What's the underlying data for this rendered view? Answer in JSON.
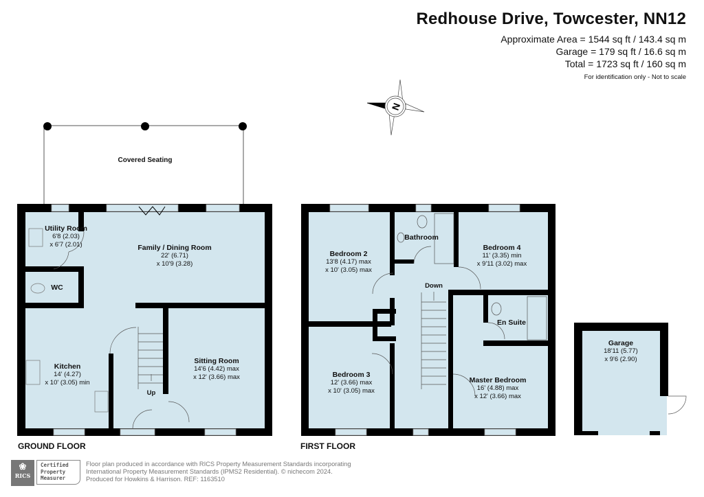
{
  "header": {
    "title": "Redhouse Drive, Towcester, NN12",
    "areas": [
      "Approximate Area = 1544 sq ft / 143.4 sq m",
      "Garage = 179 sq ft / 16.6 sq m",
      "Total = 1723 sq ft / 160 sq m"
    ],
    "disclaimer": "For identification only - Not to scale"
  },
  "compass": {
    "label": "N",
    "icon": "compass-rose-icon"
  },
  "colors": {
    "room_fill": "#d3e6ee",
    "wall": "#000000",
    "text": "#111111"
  },
  "ground_floor": {
    "label": "GROUND FLOOR",
    "outdoor": {
      "name": "Covered Seating"
    },
    "rooms": [
      {
        "name": "Utility Room",
        "dim1": "6'8 (2.03)",
        "dim2": "x 6'7 (2.01)"
      },
      {
        "name": "Family / Dining Room",
        "dim1": "22' (6.71)",
        "dim2": "x 10'9 (3.28)"
      },
      {
        "name": "WC",
        "dim1": "",
        "dim2": ""
      },
      {
        "name": "Kitchen",
        "dim1": "14' (4.27)",
        "dim2": "x 10' (3.05) min"
      },
      {
        "name": "Sitting Room",
        "dim1": "14'6 (4.42) max",
        "dim2": "x 12' (3.66) max"
      }
    ],
    "stairs_label": "Up"
  },
  "first_floor": {
    "label": "FIRST FLOOR",
    "rooms": [
      {
        "name": "Bedroom 2",
        "dim1": "13'8 (4.17) max",
        "dim2": "x 10' (3.05) max"
      },
      {
        "name": "Bathroom",
        "dim1": "",
        "dim2": ""
      },
      {
        "name": "Bedroom 4",
        "dim1": "11' (3.35) min",
        "dim2": "x 9'11 (3.02) max"
      },
      {
        "name": "En Suite",
        "dim1": "",
        "dim2": ""
      },
      {
        "name": "Bedroom 3",
        "dim1": "12' (3.66) max",
        "dim2": "x 10' (3.05) max"
      },
      {
        "name": "Master Bedroom",
        "dim1": "16' (4.88) max",
        "dim2": "x 12' (3.66) max"
      }
    ],
    "stairs_label": "Down"
  },
  "garage": {
    "name": "Garage",
    "dim1": "18'11 (5.77)",
    "dim2": "x 9'6 (2.90)"
  },
  "footer": {
    "badge_logo": "RICS",
    "badge_text": [
      "Certified",
      "Property",
      "Measurer"
    ],
    "lines": [
      "Floor plan produced in accordance with RICS Property Measurement Standards incorporating",
      "International Property Measurement Standards (IPMS2 Residential).   © nichecom 2024.",
      "Produced for Howkins & Harrison.   REF: 1163510"
    ]
  }
}
